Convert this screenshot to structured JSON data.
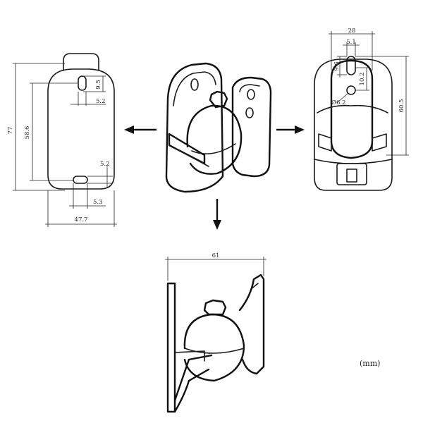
{
  "unit_label": "(mm)",
  "front_view": {
    "height_outer": "77",
    "height_inner": "58.6",
    "width": "47.7",
    "slot_top_offset": "9.5",
    "slot_top_width": "5.2",
    "slot_bottom_height": "5.2",
    "slot_bottom_width": "5.3"
  },
  "back_view": {
    "width": "28",
    "slot_width": "5.1",
    "slot_left": "9.6",
    "slot_right": "10.2",
    "hole_diameter": "Ø6.2",
    "height": "60.5"
  },
  "side_view": {
    "width": "61"
  }
}
